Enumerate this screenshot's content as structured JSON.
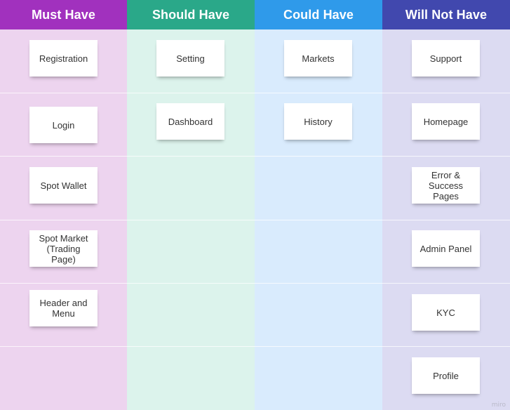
{
  "columns": [
    {
      "title": "Must Have",
      "header_color": "#a131be",
      "body_color": "#edd4ef",
      "cards": [
        "Registration",
        "Login",
        "Spot Wallet",
        "Spot Market\n(Trading\nPage)",
        "Header and\nMenu"
      ]
    },
    {
      "title": "Should Have",
      "header_color": "#2aa889",
      "body_color": "#dcf3ec",
      "cards": [
        "Setting",
        "Dashboard"
      ]
    },
    {
      "title": "Could Have",
      "header_color": "#2f9aea",
      "body_color": "#d9ebfd",
      "cards": [
        "Markets",
        "History"
      ]
    },
    {
      "title": "Will Not Have",
      "header_color": "#4148ae",
      "body_color": "#dcdbf2",
      "cards": [
        "Support",
        "Homepage",
        "Error &\nSuccess Pages",
        "Admin Panel",
        "KYC",
        "Profile"
      ]
    }
  ],
  "watermark": "miro"
}
